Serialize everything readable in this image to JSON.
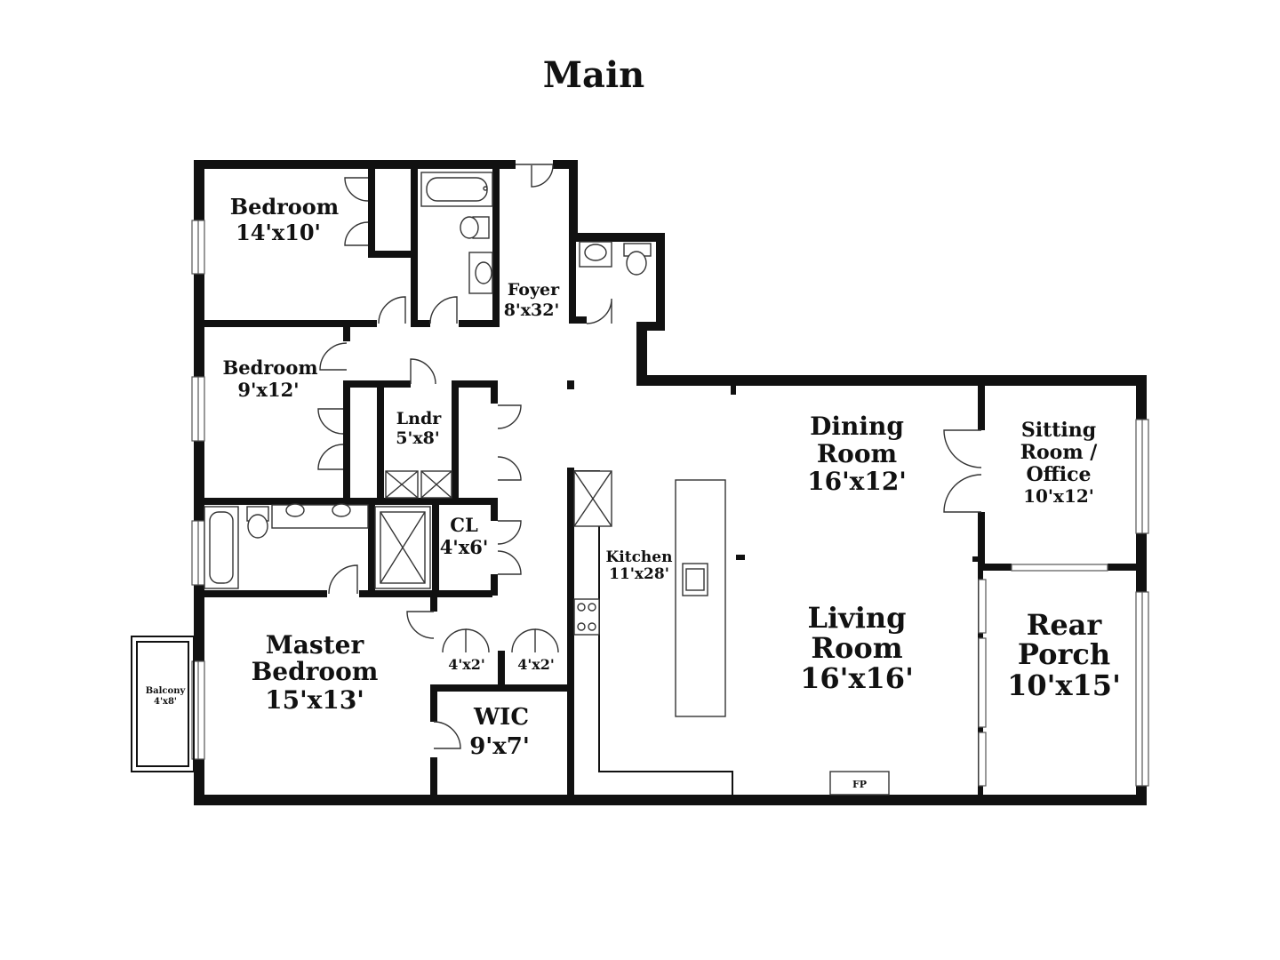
{
  "title": "Main",
  "rooms": {
    "bedroom1": {
      "name": "Bedroom",
      "size": "14'x10'"
    },
    "bedroom2": {
      "name": "Bedroom",
      "size": "9'x12'"
    },
    "foyer": {
      "name": "Foyer",
      "size": "8'x32'"
    },
    "laundry": {
      "name": "Lndr",
      "size": "5'x8'"
    },
    "closet": {
      "name": "CL",
      "size": "4'x6'"
    },
    "closet_a": {
      "size": "4'x2'"
    },
    "closet_b": {
      "size": "4'x2'"
    },
    "master": {
      "name1": "Master",
      "name2": "Bedroom",
      "size": "15'x13'"
    },
    "wic": {
      "name": "WIC",
      "size": "9'x7'"
    },
    "balcony": {
      "name": "Balcony",
      "size": "4'x8'"
    },
    "kitchen": {
      "name": "Kitchen",
      "size": "11'x28'"
    },
    "dining": {
      "name1": "Dining",
      "name2": "Room",
      "size": "16'x12'"
    },
    "living": {
      "name1": "Living",
      "name2": "Room",
      "size": "16'x16'"
    },
    "sitting": {
      "name1": "Sitting",
      "name2": "Room /",
      "name3": "Office",
      "size": "10'x12'"
    },
    "porch": {
      "name1": "Rear",
      "name2": "Porch",
      "size": "10'x15'"
    },
    "fireplace": {
      "name": "FP"
    }
  }
}
